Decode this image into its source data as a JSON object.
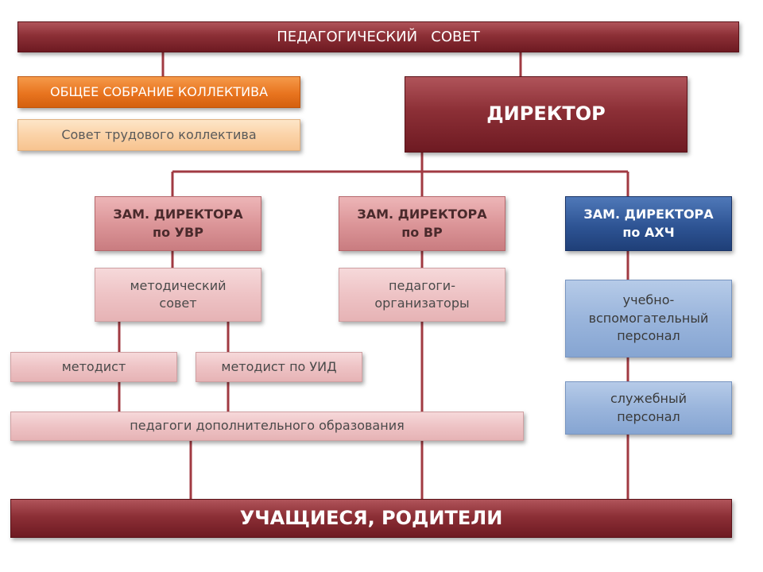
{
  "boxes": {
    "ped_sovet": "ПЕДАГОГИЧЕСКИЙ   СОВЕТ",
    "obshchee_sobranie": "ОБЩЕЕ СОБРАНИЕ КОЛЛЕКТИВА",
    "sovet_trud": "Совет трудового коллектива",
    "direktor": "ДИРЕКТОР",
    "zam_uvr": "ЗАМ. ДИРЕКТОРА\nпо УВР",
    "zam_vr": "ЗАМ. ДИРЕКТОРА\nпо ВР",
    "zam_ahch": "ЗАМ. ДИРЕКТОРА\nпо АХЧ",
    "metod_sovet": "методический\nсовет",
    "ped_org": "педагоги-\nорганизаторы",
    "uchebno": "учебно-\nвспомогательный\nперсонал",
    "metodist": "методист",
    "metodist_uid": "методист по УИД",
    "sluzhebny": "служебный\nперсонал",
    "pedagogi_dop": "педагоги дополнительного образования",
    "uchashchiesya": "УЧАЩИЕСЯ, РОДИТЕЛИ"
  },
  "colors": {
    "connector": "#a13a42",
    "maroon": "#8c2f36",
    "orange": "#e8741f",
    "navy": "#2e5494"
  }
}
